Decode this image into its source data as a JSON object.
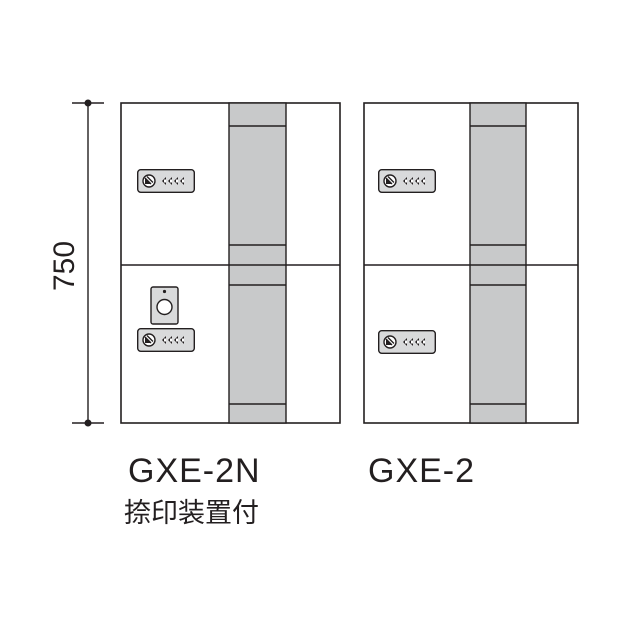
{
  "dimension": {
    "height_label": "750"
  },
  "units": [
    {
      "model": "GXE-2N",
      "note": "捺印装置付",
      "upper_locks": [
        "dial-lock"
      ],
      "lower_locks": [
        "seal-stamp-device",
        "dial-lock"
      ]
    },
    {
      "model": "GXE-2",
      "note": "",
      "upper_locks": [
        "dial-lock"
      ],
      "lower_locks": [
        "dial-lock"
      ]
    }
  ],
  "colors": {
    "line": "#231f20",
    "panel": "#c8c9ca",
    "lock_body": "#d9dadb"
  },
  "icons": {
    "lock": "dial-lock-icon",
    "stamp": "stamp-device-icon"
  }
}
